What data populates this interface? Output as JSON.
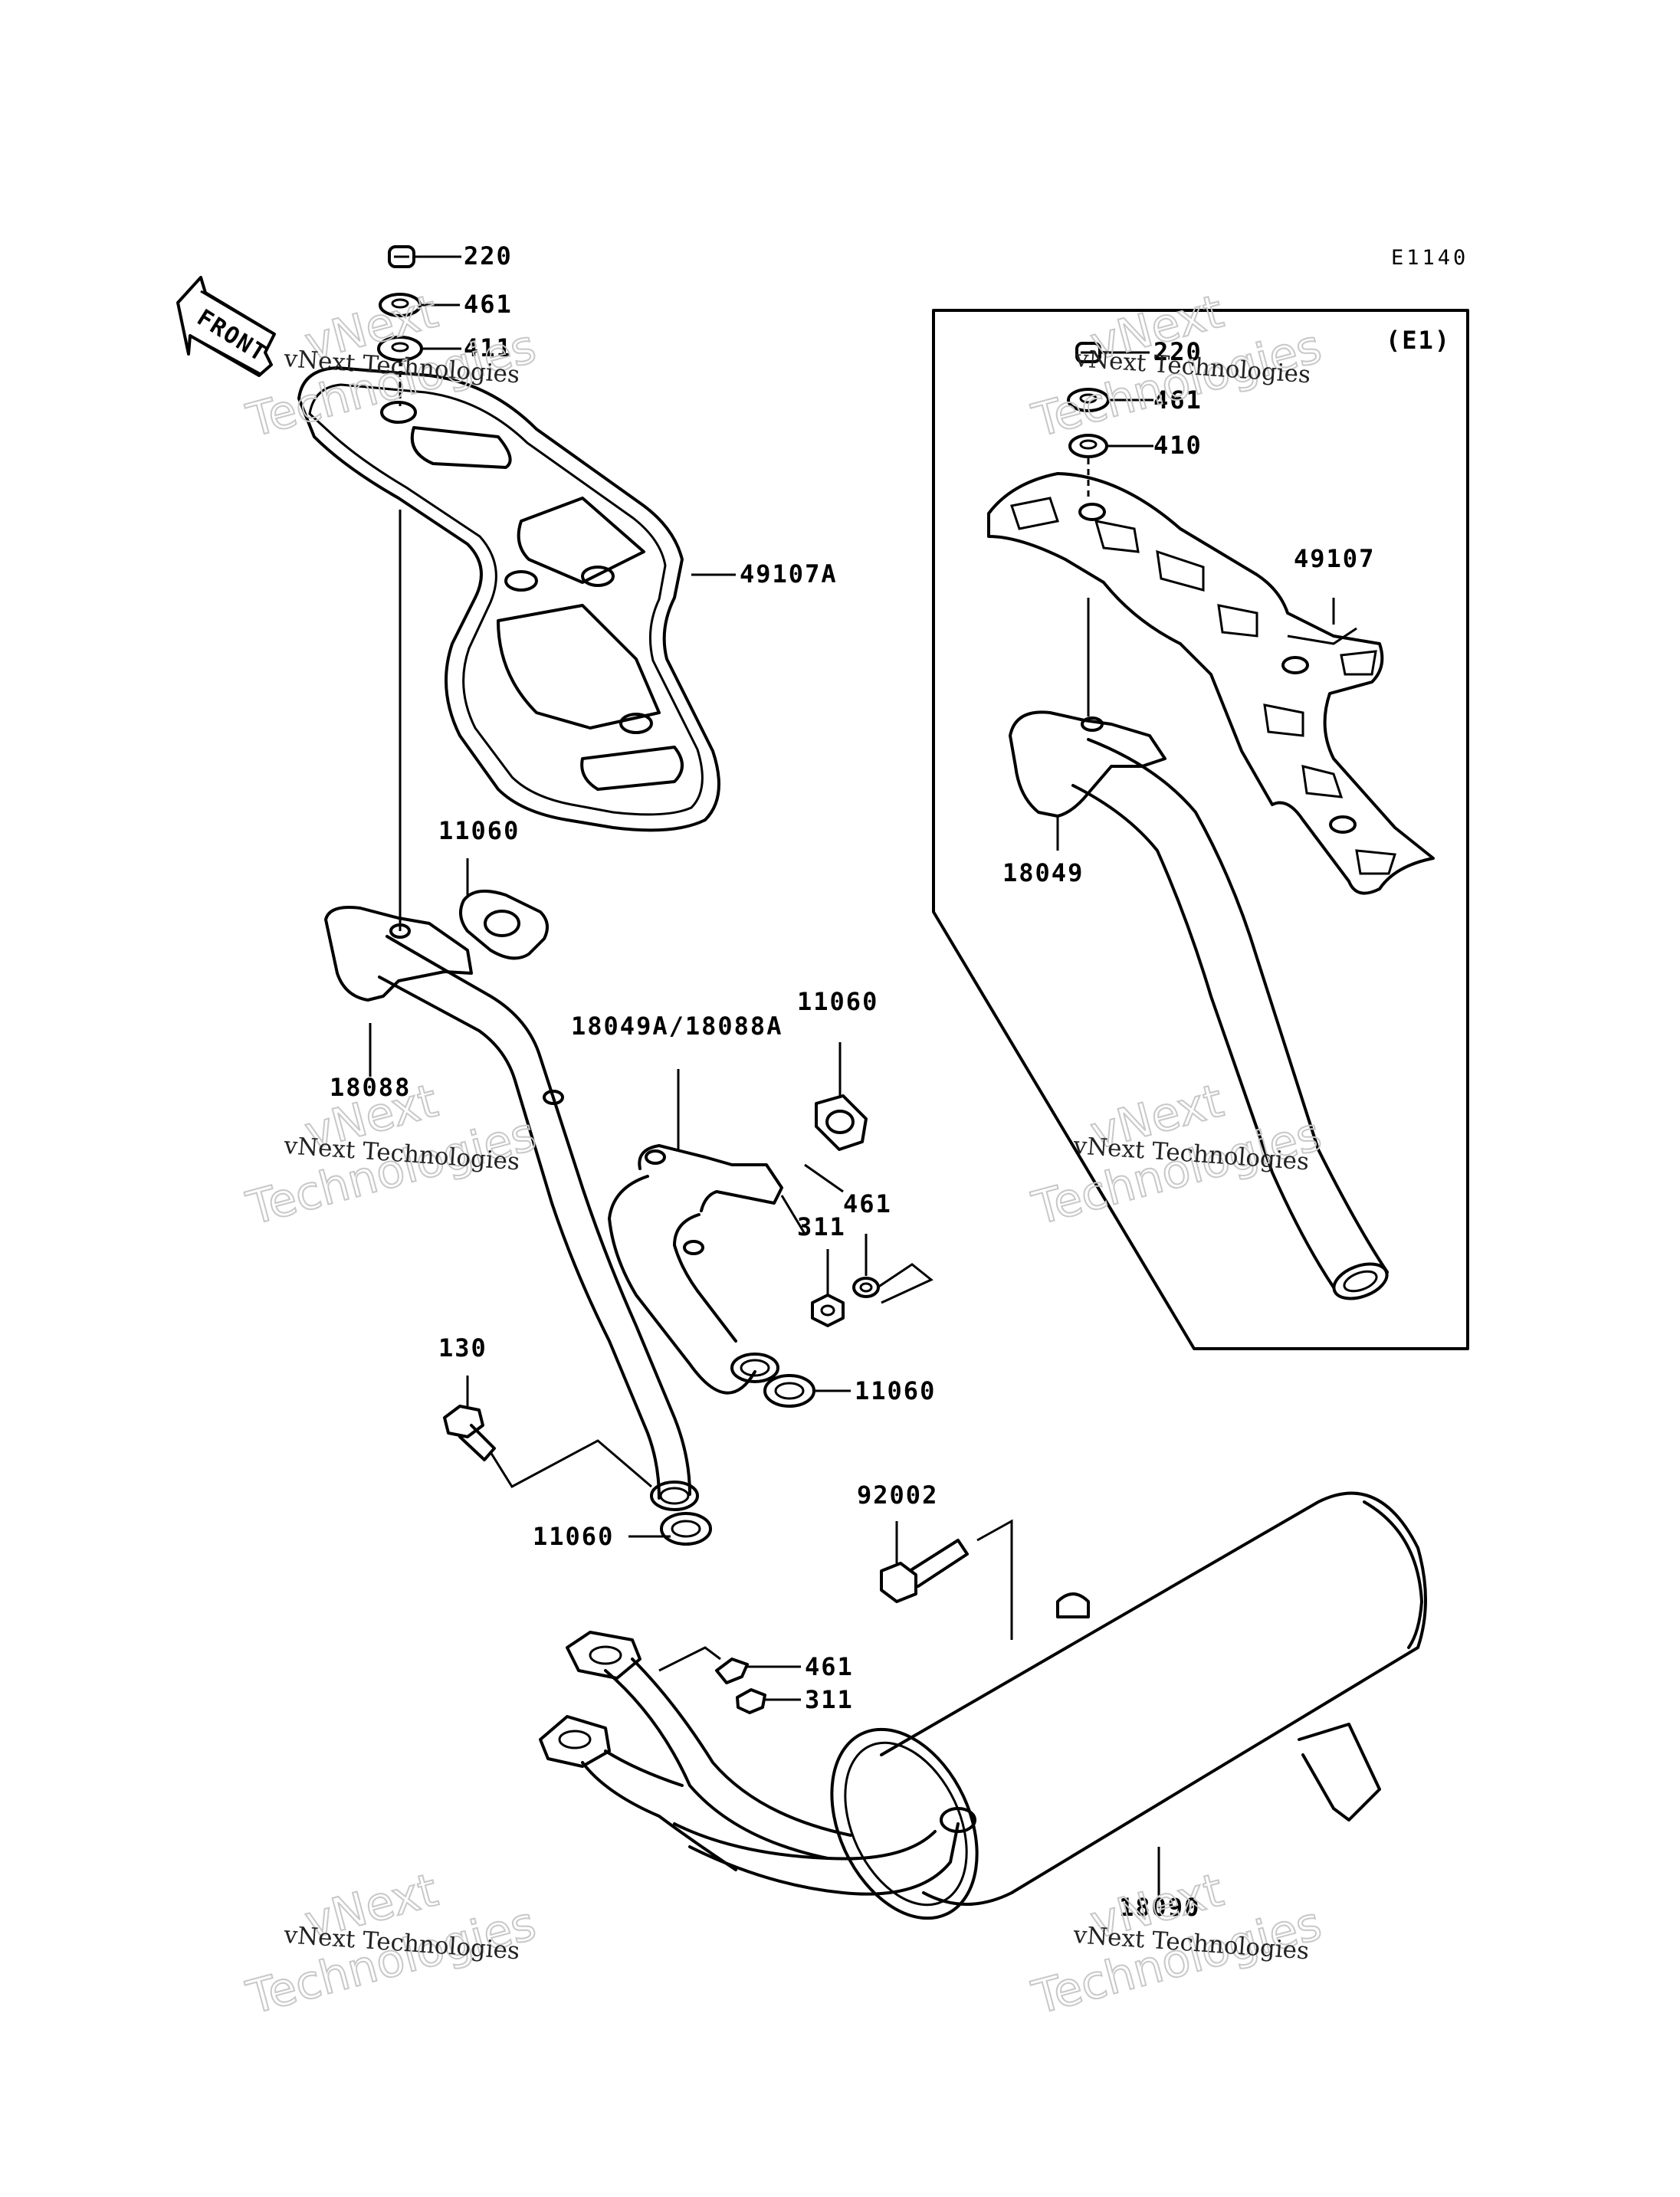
{
  "diagram_code": "E1140",
  "inset_label": "(E1)",
  "front_label": "FRONT",
  "watermark": {
    "line1": "vNext Technologies",
    "line2": "vNext",
    "line3": "Technologies"
  },
  "parts": {
    "p220_top": "220",
    "p461_top": "461",
    "p411": "411",
    "p49107A": "49107A",
    "p11060_a": "11060",
    "p18088": "18088",
    "p18049A_18088A": "18049A/18088A",
    "p11060_b": "11060",
    "p461_mid": "461",
    "p311_mid": "311",
    "p11060_c": "11060",
    "p130": "130",
    "p11060_d": "11060",
    "p92002": "92002",
    "p461_low": "461",
    "p311_low": "311",
    "p18090": "18090",
    "p220_inset": "220",
    "p461_inset": "461",
    "p410": "410",
    "p49107": "49107",
    "p18049": "18049"
  }
}
